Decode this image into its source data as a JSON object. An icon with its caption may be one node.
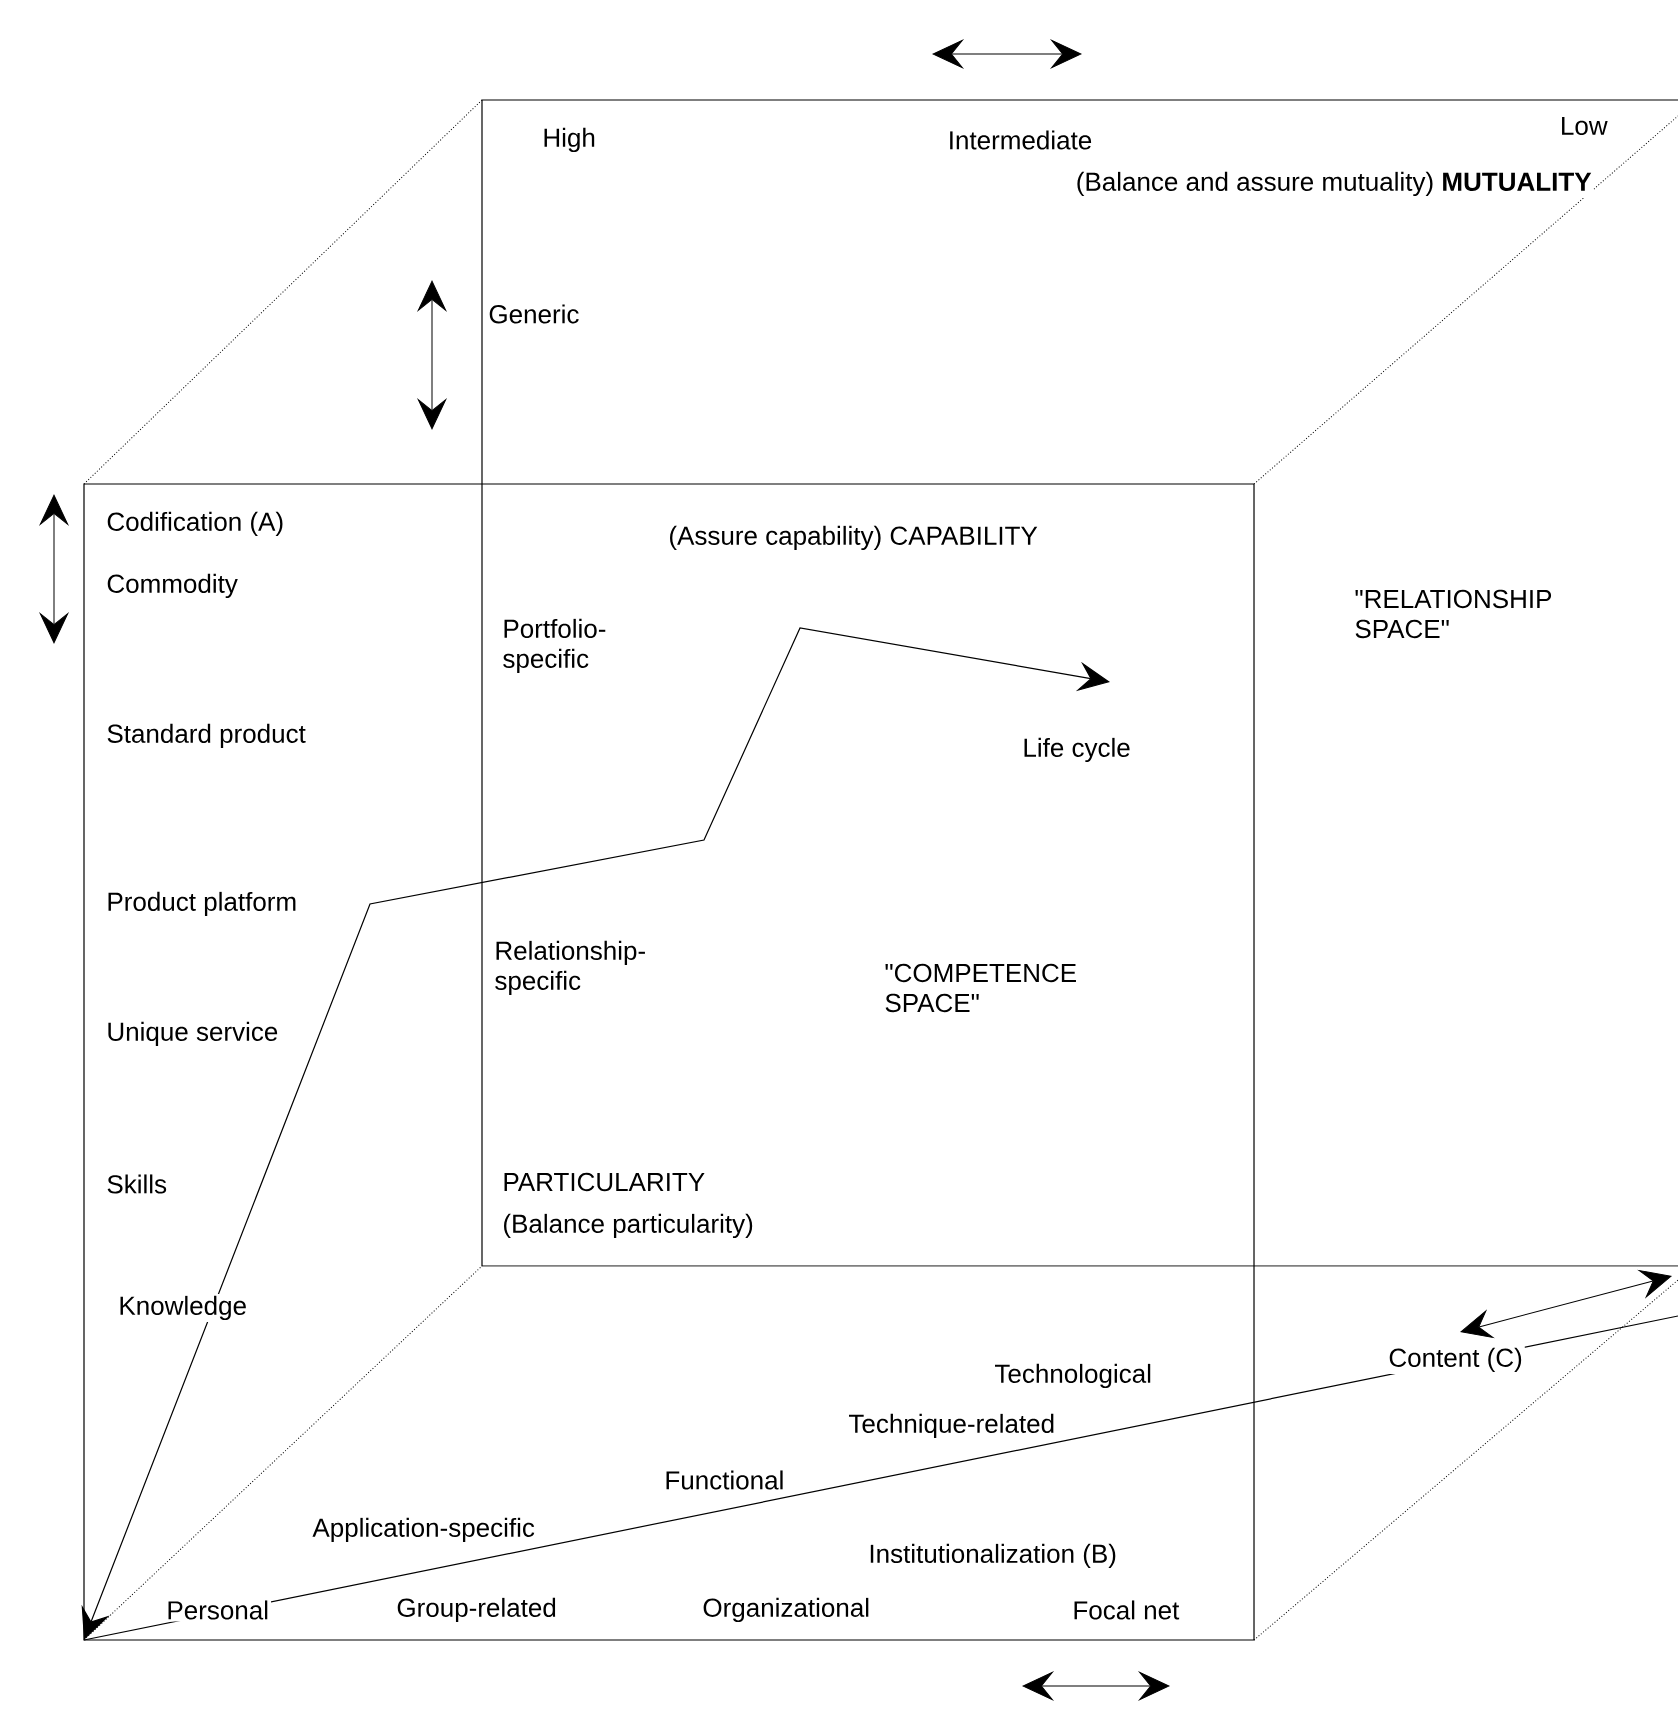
{
  "diagram": {
    "labels": [
      "Low",
      "High",
      "Intermediate",
      "(Balance and assure mutuality) **MUTUALITY**",
      "Generic",
      "Codification (A)",
      "(Assure capability) CAPABILITY",
      "Commodity",
      "Portfolio-specific",
      "\"RELATIONSHIP SPACE\"",
      "Standard product",
      "Life cycle",
      "Product platform",
      "Relationship-specific",
      "\"COMPETENCE SPACE\"",
      "Unique service",
      "Skills",
      "PARTICULARITY",
      "(Balance particularity)",
      "Knowledge",
      "Content (C)",
      "Technological",
      "Technique-related",
      "Functional",
      "Application-specific",
      "Institutionalization (B)",
      "Personal",
      "Group-related",
      "Organizational",
      "Focal net"
    ]
  }
}
